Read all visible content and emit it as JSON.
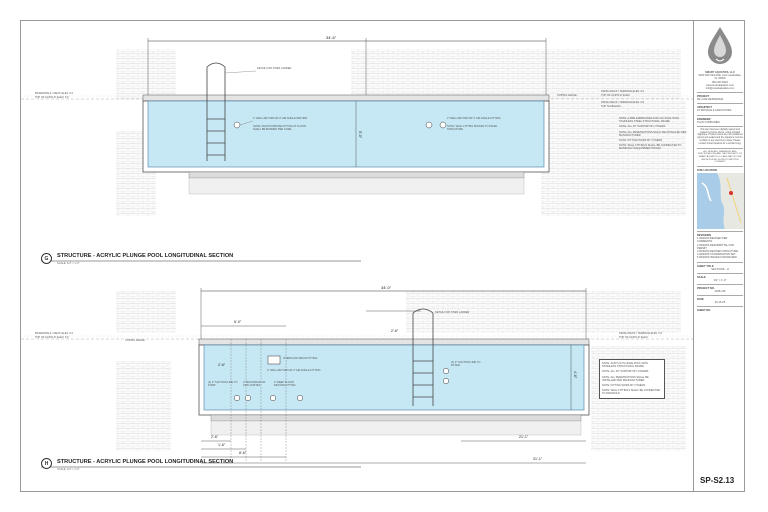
{
  "sections": [
    {
      "id": "G",
      "title": "STRUCTURE - ACRYLIC PLUNGE POOL LONGITUDINAL SECTION",
      "scale": "SCALE: 1/4\" = 1'-0\"",
      "overall_dim": "34'-6\"",
      "depth_dim": "5'-0\"",
      "left_elev_labels": [
        "BOARDWALK / DECK ELEV. 0.0",
        "TOP OF ACRYLIC ELEV. 0.0"
      ],
      "right_elev_labels": [
        "FINISH DECK / TERRACE ELEV. 0.0",
        "TOP OF ACRYLIC ELEV."
      ],
      "right_elev_labels_2": [
        "FINISH DECK / TERRACE ELEV. 0.0",
        "TOP SLAB ELEV."
      ],
      "coping_label": "COPING LEDGE",
      "callouts": [
        "DETAIL FOR STAIR LADDER",
        "2\" WALL RETURN W/ 3\" AIR ANGLE RETURN",
        "NOTE: MULTIPURPOSE FITTING AT FLOOR SHALL BE BONDED PER CODE",
        "2\" WALL RETURN W/ 3\" AIR ANGLE FITTING",
        "NOTE: WALL FITTING BOLTED TO PANEL STRUCTURE"
      ],
      "notes": [
        "NOTE: A PRE-FABRICATED ACRYLIC POOL WITH STAINLESS STEEL STRUCTURAL FRAME",
        "NOTE: ALL FIT SUPPORT BY OTHERS",
        "NOTE: ALL PENETRATIONS SHALL BE INSTALLED PER MANUFACTURER",
        "NOTE: FITTING WORK BY OTHERS",
        "NOTE: WALL FITTINGS SHALL BE CONNECTED TO MANIFOLD IN EQUIPMENT ROOM"
      ]
    },
    {
      "id": "H",
      "title": "STRUCTURE - ACRYLIC PLUNGE POOL LONGITUDINAL SECTION",
      "scale": "SCALE: 1/4\" = 1'-0\"",
      "overall_dim": "34'-0\"",
      "depth_dim": "4'-6\"",
      "sub_dims": [
        "6'-0\"",
        "2'-6\"",
        "2'-6\"",
        "1'-6\"",
        "2'-6\"",
        "8'-6\"",
        "21'-1\"",
        "31'-1\""
      ],
      "left_elev_labels": [
        "BOARDWALK / DECK ELEV. 0.0",
        "TOP OF ACRYLIC ELEV. 0.0"
      ],
      "right_elev_labels": [
        "FINISH DECK / TERRACE ELEV. 0.0",
        "TOP OF ACRYLIC ELEV."
      ],
      "coping_label": "COPING LEDGE",
      "callouts": [
        "OVERFLOW DRAIN FITTING",
        "2\" WALL RETURN W/ 3\" AIR ANGLE FITTING",
        "(1) 2\" SUCTION LINE TO PUMP",
        "2\" MAIN DRAIN W/ ANTI-VORTEX",
        "2\" DEEP FLOOR RETURN FITTING",
        "(1) 2\" SUCTION LINE TO FILTER",
        "DETAIL FOR STAIR LADDER"
      ],
      "notes": [
        "NOTE: ACRYLIC PLUNGE POOL WITH STAINLESS STRUCTURAL FRAME",
        "NOTE: ALL FIT SUPPORT BY OTHERS",
        "NOTE: ALL PENETRATIONS SHALL BE INSTALLED PER MANUFACTURER",
        "NOTE: FITTING WORK BY OTHERS",
        "NOTE: WALL FITTINGS SHALL BE CONNECTED TO MANIFOLD"
      ]
    }
  ],
  "title_block": {
    "company": "SMART AQUATICS, LLC",
    "company_lines": [
      "5200 NW 33rd AVE, Fort Lauderdale, FL 33309",
      "954.337.8424",
      "www.smartaquatics.com",
      "info@smartaquatics.com"
    ],
    "project_label": "PROJECT",
    "project": "99 LUXE RESIDENCE",
    "architect_label": "ARCHITECT",
    "architect": "AT PRIVACE & ASSOCIATES",
    "engineer_label": "ENGINEER",
    "engineer": "PLAN COMPANIES",
    "disclaimer": "This item has been digitally signed and sealed by Owner above, using a Digital Signature. Printed copies are not considered signed and sealed and the signature must be verified on any electronic copies. Please contact Smart Aquatics for a verified copy.",
    "fine_print": "ALL DESIGNS, DRAWINGS, AND SPECIFICATIONS ARE THE PROPERTY OF SMART AQUATICS LLC AND MAY NOT BE REPRODUCED WITHOUT WRITTEN CONSENT.",
    "location_label": "SITE LOCATION",
    "revisions_label": "REVISIONS",
    "revisions_lines": [
      "1  00/00/00  REVISED PER COMMENTS",
      "2  00/00/00  RESUBMITTAL FOR PERMIT",
      "3  00/00/00  REVISED STRUCTURE",
      "4  00/00/00  COORDINATION SET",
      "5  00/00/00  ISSUED FOR REVIEW"
    ],
    "sheet_title_label": "SHEET TITLE",
    "sheet_title": "SECTIONS - H",
    "scale_label": "SCALE",
    "scale": "3/4\" = 1'-0\"",
    "project_no_label": "PROJECT NO.",
    "project_no": "2025-115",
    "date_label": "DATE",
    "date": "00-15-25",
    "sheet_no_label": "SHEET NO.",
    "sheet_no": "SP-S2.13"
  }
}
